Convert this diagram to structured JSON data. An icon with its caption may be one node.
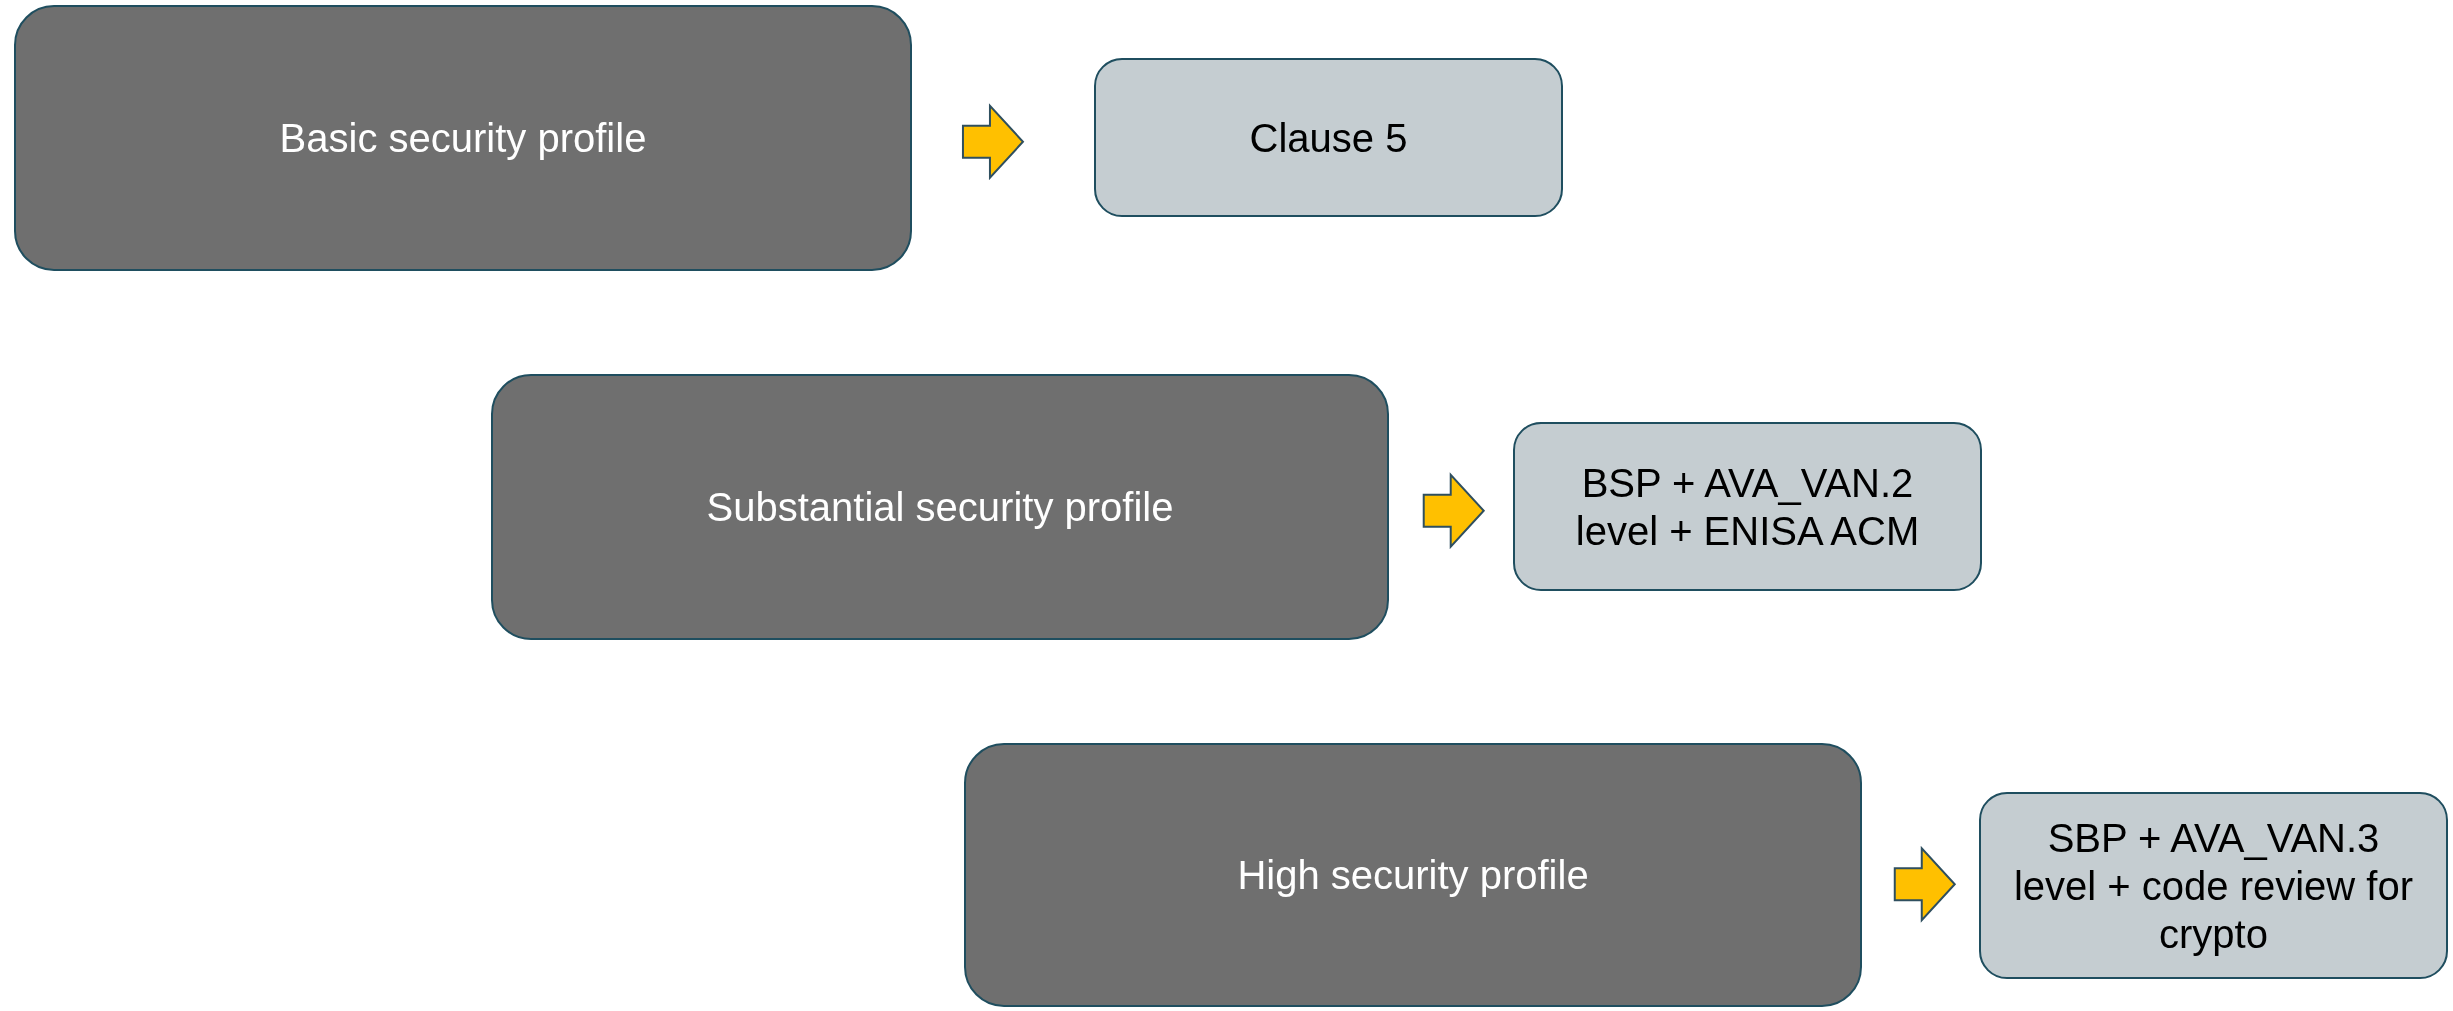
{
  "diagram": {
    "nodes": [
      {
        "text": [
          "Basic security profile"
        ]
      },
      {
        "text": [
          "Clause 5"
        ]
      },
      {
        "text": [
          "Substantial security profile"
        ]
      },
      {
        "text": [
          "BSP + AVA_VAN.2 level + ENISA ACM"
        ]
      },
      {
        "text": [
          "High security profile"
        ]
      },
      {
        "text": [
          "SBP + AVA_VAN.3 level + code review for crypto"
        ]
      }
    ],
    "edges": [
      {
        "from": 0,
        "to": 1,
        "arrow": "to"
      },
      {
        "from": 2,
        "to": 3,
        "arrow": "to"
      },
      {
        "from": 4,
        "to": 5,
        "arrow": "to"
      }
    ]
  }
}
